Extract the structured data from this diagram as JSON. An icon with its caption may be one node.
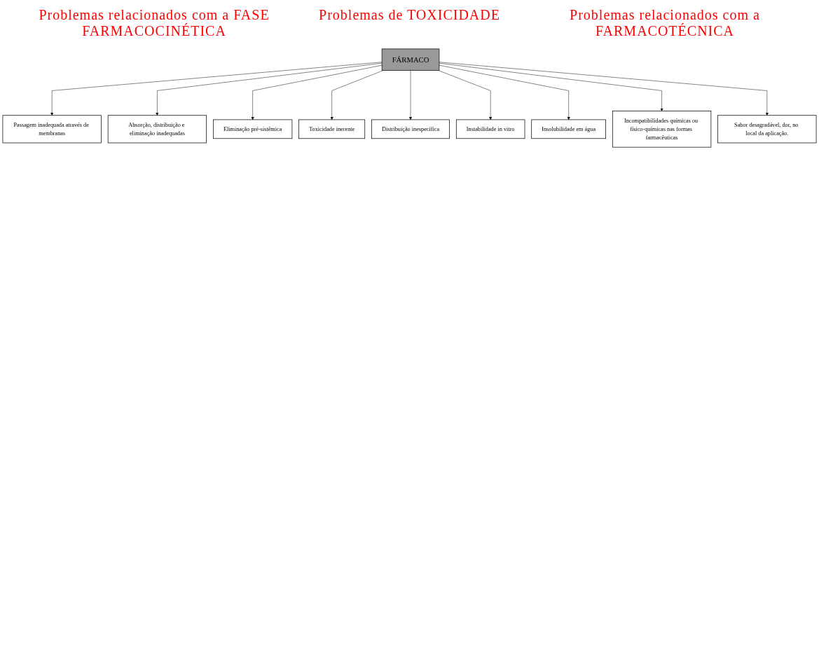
{
  "diagram": {
    "nodes": [
      {
        "text": [
          "Absorção, distribuição e eliminação inadequadas"
        ]
      },
      {
        "text": [
          "Passagem inadequada através de membranas"
        ]
      },
      {
        "text": [
          "Eliminação pré-sistêmica"
        ]
      },
      {
        "text": [
          "FÁRMACO"
        ]
      },
      {
        "text": [
          "Instabilidade in vitro"
        ]
      },
      {
        "text": [
          "Toxicidade inerente"
        ]
      },
      {
        "text": [
          "Insolubilidade em água"
        ]
      },
      {
        "text": [
          "Distribuição inespecífica"
        ]
      },
      {
        "text": [
          "Sabor desagradável, dor, no local da aplicação."
        ]
      },
      {
        "text": [
          "Incompatibilidades químicas ou físico-químicas nas formas farmacêuticas"
        ]
      }
    ],
    "edges": [
      {
        "from": 3,
        "to": 1,
        "arrow": "to"
      },
      {
        "from": 3,
        "to": 0,
        "arrow": "to"
      },
      {
        "from": 3,
        "to": 2,
        "arrow": "to"
      },
      {
        "from": 3,
        "to": 5,
        "arrow": "to"
      },
      {
        "from": 3,
        "to": 7,
        "arrow": "to"
      },
      {
        "from": 3,
        "to": 4,
        "arrow": "to"
      },
      {
        "from": 3,
        "to": 6,
        "arrow": "to"
      },
      {
        "from": 3,
        "to": 9,
        "arrow": "to"
      },
      {
        "from": 3,
        "to": 8,
        "arrow": "to"
      }
    ],
    "labels": [
      "Problemas relacionados com a FASE FARMACOCINÉTICA",
      "Problemas de TOXICIDADE",
      "Problemas relacionados com a FARMACOTÉCNICA"
    ]
  }
}
